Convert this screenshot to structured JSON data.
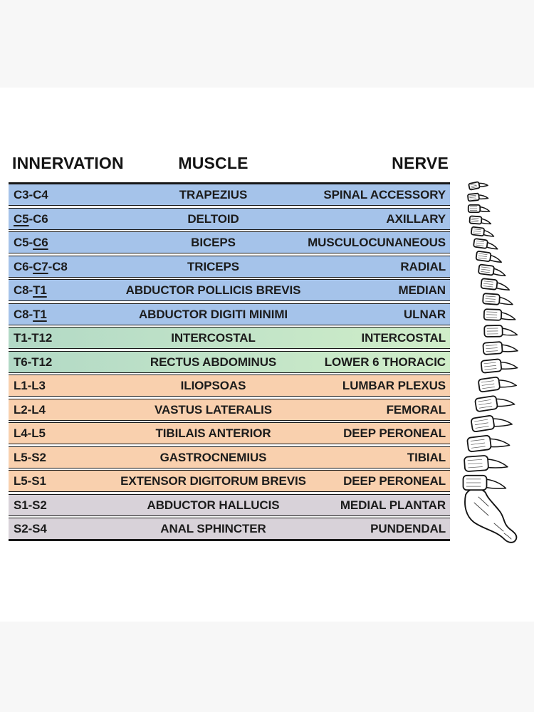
{
  "poster": {
    "columns": [
      "INNERVATION",
      "MUSCLE",
      "NERVE"
    ],
    "rows": [
      {
        "group": "cervical",
        "innervation": [
          {
            "text": "C3-C4",
            "underlined": false
          }
        ],
        "muscle": "TRAPEZIUS",
        "nerve": "SPINAL ACCESSORY"
      },
      {
        "group": "cervical",
        "innervation": [
          {
            "text": "C5",
            "underlined": true
          },
          {
            "text": "-C6",
            "underlined": false
          }
        ],
        "muscle": "DELTOID",
        "nerve": "AXILLARY"
      },
      {
        "group": "cervical",
        "innervation": [
          {
            "text": "C5-",
            "underlined": false
          },
          {
            "text": "C6",
            "underlined": true
          }
        ],
        "muscle": "BICEPS",
        "nerve": "MUSCULOCUNANEOUS"
      },
      {
        "group": "cervical",
        "innervation": [
          {
            "text": "C6-",
            "underlined": false
          },
          {
            "text": "C7",
            "underlined": true
          },
          {
            "text": "-C8",
            "underlined": false
          }
        ],
        "muscle": "TRICEPS",
        "nerve": "RADIAL"
      },
      {
        "group": "cervical",
        "innervation": [
          {
            "text": "C8-",
            "underlined": false
          },
          {
            "text": "T1",
            "underlined": true
          }
        ],
        "muscle": "ABDUCTOR POLLICIS BREVIS",
        "nerve": "MEDIAN"
      },
      {
        "group": "cervical",
        "innervation": [
          {
            "text": "C8-",
            "underlined": false
          },
          {
            "text": "T1",
            "underlined": true
          }
        ],
        "muscle": "ABDUCTOR DIGITI MINIMI",
        "nerve": "ULNAR"
      },
      {
        "group": "thoracic",
        "innervation": [
          {
            "text": "T1-T12",
            "underlined": false
          }
        ],
        "muscle": "INTERCOSTAL",
        "nerve": "INTERCOSTAL"
      },
      {
        "group": "thoracic",
        "innervation": [
          {
            "text": "T6-T12",
            "underlined": false
          }
        ],
        "muscle": "RECTUS ABDOMINUS",
        "nerve": "LOWER 6 THORACIC"
      },
      {
        "group": "lumbar",
        "innervation": [
          {
            "text": "L1-L3",
            "underlined": false
          }
        ],
        "muscle": "ILIOPSOAS",
        "nerve": "LUMBAR PLEXUS"
      },
      {
        "group": "lumbar",
        "innervation": [
          {
            "text": "L2-L4",
            "underlined": false
          }
        ],
        "muscle": "VASTUS LATERALIS",
        "nerve": "FEMORAL"
      },
      {
        "group": "lumbar",
        "innervation": [
          {
            "text": "L4-L5",
            "underlined": false
          }
        ],
        "muscle": "TIBILAIS ANTERIOR",
        "nerve": "DEEP PERONEAL"
      },
      {
        "group": "lumbar",
        "innervation": [
          {
            "text": "L5-S2",
            "underlined": false
          }
        ],
        "muscle": "GASTROCNEMIUS",
        "nerve": "TIBIAL"
      },
      {
        "group": "lumbar",
        "innervation": [
          {
            "text": "L5-S1",
            "underlined": false
          }
        ],
        "muscle": "EXTENSOR DIGITORUM BREVIS",
        "nerve": "DEEP PERONEAL"
      },
      {
        "group": "sacral",
        "innervation": [
          {
            "text": "S1-S2",
            "underlined": false
          }
        ],
        "muscle": "ABDUCTOR HALLUCIS",
        "nerve": "MEDIAL PLANTAR"
      },
      {
        "group": "sacral",
        "innervation": [
          {
            "text": "S2-S4",
            "underlined": false
          }
        ],
        "muscle": "ANAL SPHINCTER",
        "nerve": "PUNDENDAL"
      }
    ],
    "colors": {
      "cervical": "#a5c3ea",
      "thoracic": [
        "#b2d9c6",
        "#d0eec9"
      ],
      "lumbar": "#f9d0ae",
      "sacral": "#d8d2d9",
      "border": "#171717",
      "text": "#1c1c1c",
      "page_background": "#f7f7f7",
      "canvas_background": "#ffffff"
    },
    "illustration": "spine-lateral-view"
  }
}
